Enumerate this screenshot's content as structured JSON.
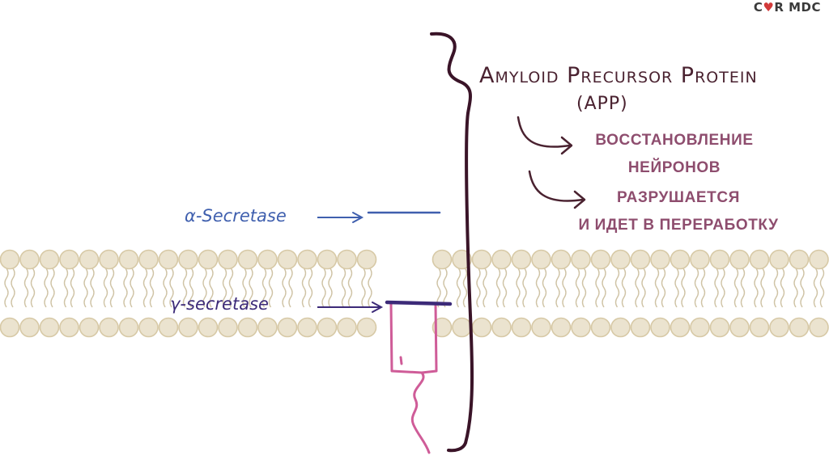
{
  "logo": {
    "text_left": "C",
    "heart": "♥",
    "text_right": "R MDC"
  },
  "app": {
    "title": "Amyloid Precursor Protein",
    "abbr": "(APP)"
  },
  "outcomes": {
    "first": [
      "ВОССТАНОВЛЕНИЕ",
      "НЕЙРОНОВ"
    ],
    "second": [
      "РАЗРУШАЕТСЯ",
      "И ИДЕТ В ПЕРЕРАБОТКУ"
    ]
  },
  "enzymes": {
    "alpha": "α-Secretase",
    "gamma": "γ-secretase"
  },
  "colors": {
    "lipid_head": "#ebe3cf",
    "lipid_head_stroke": "#d7c9a6",
    "lipid_tail": "#cfc3a5",
    "brace": "#3a1428",
    "alpha": "#3f5fae",
    "gamma": "#3c2a78",
    "app_protein": "#cf5c98",
    "russian_text": "#8e4d6e"
  }
}
